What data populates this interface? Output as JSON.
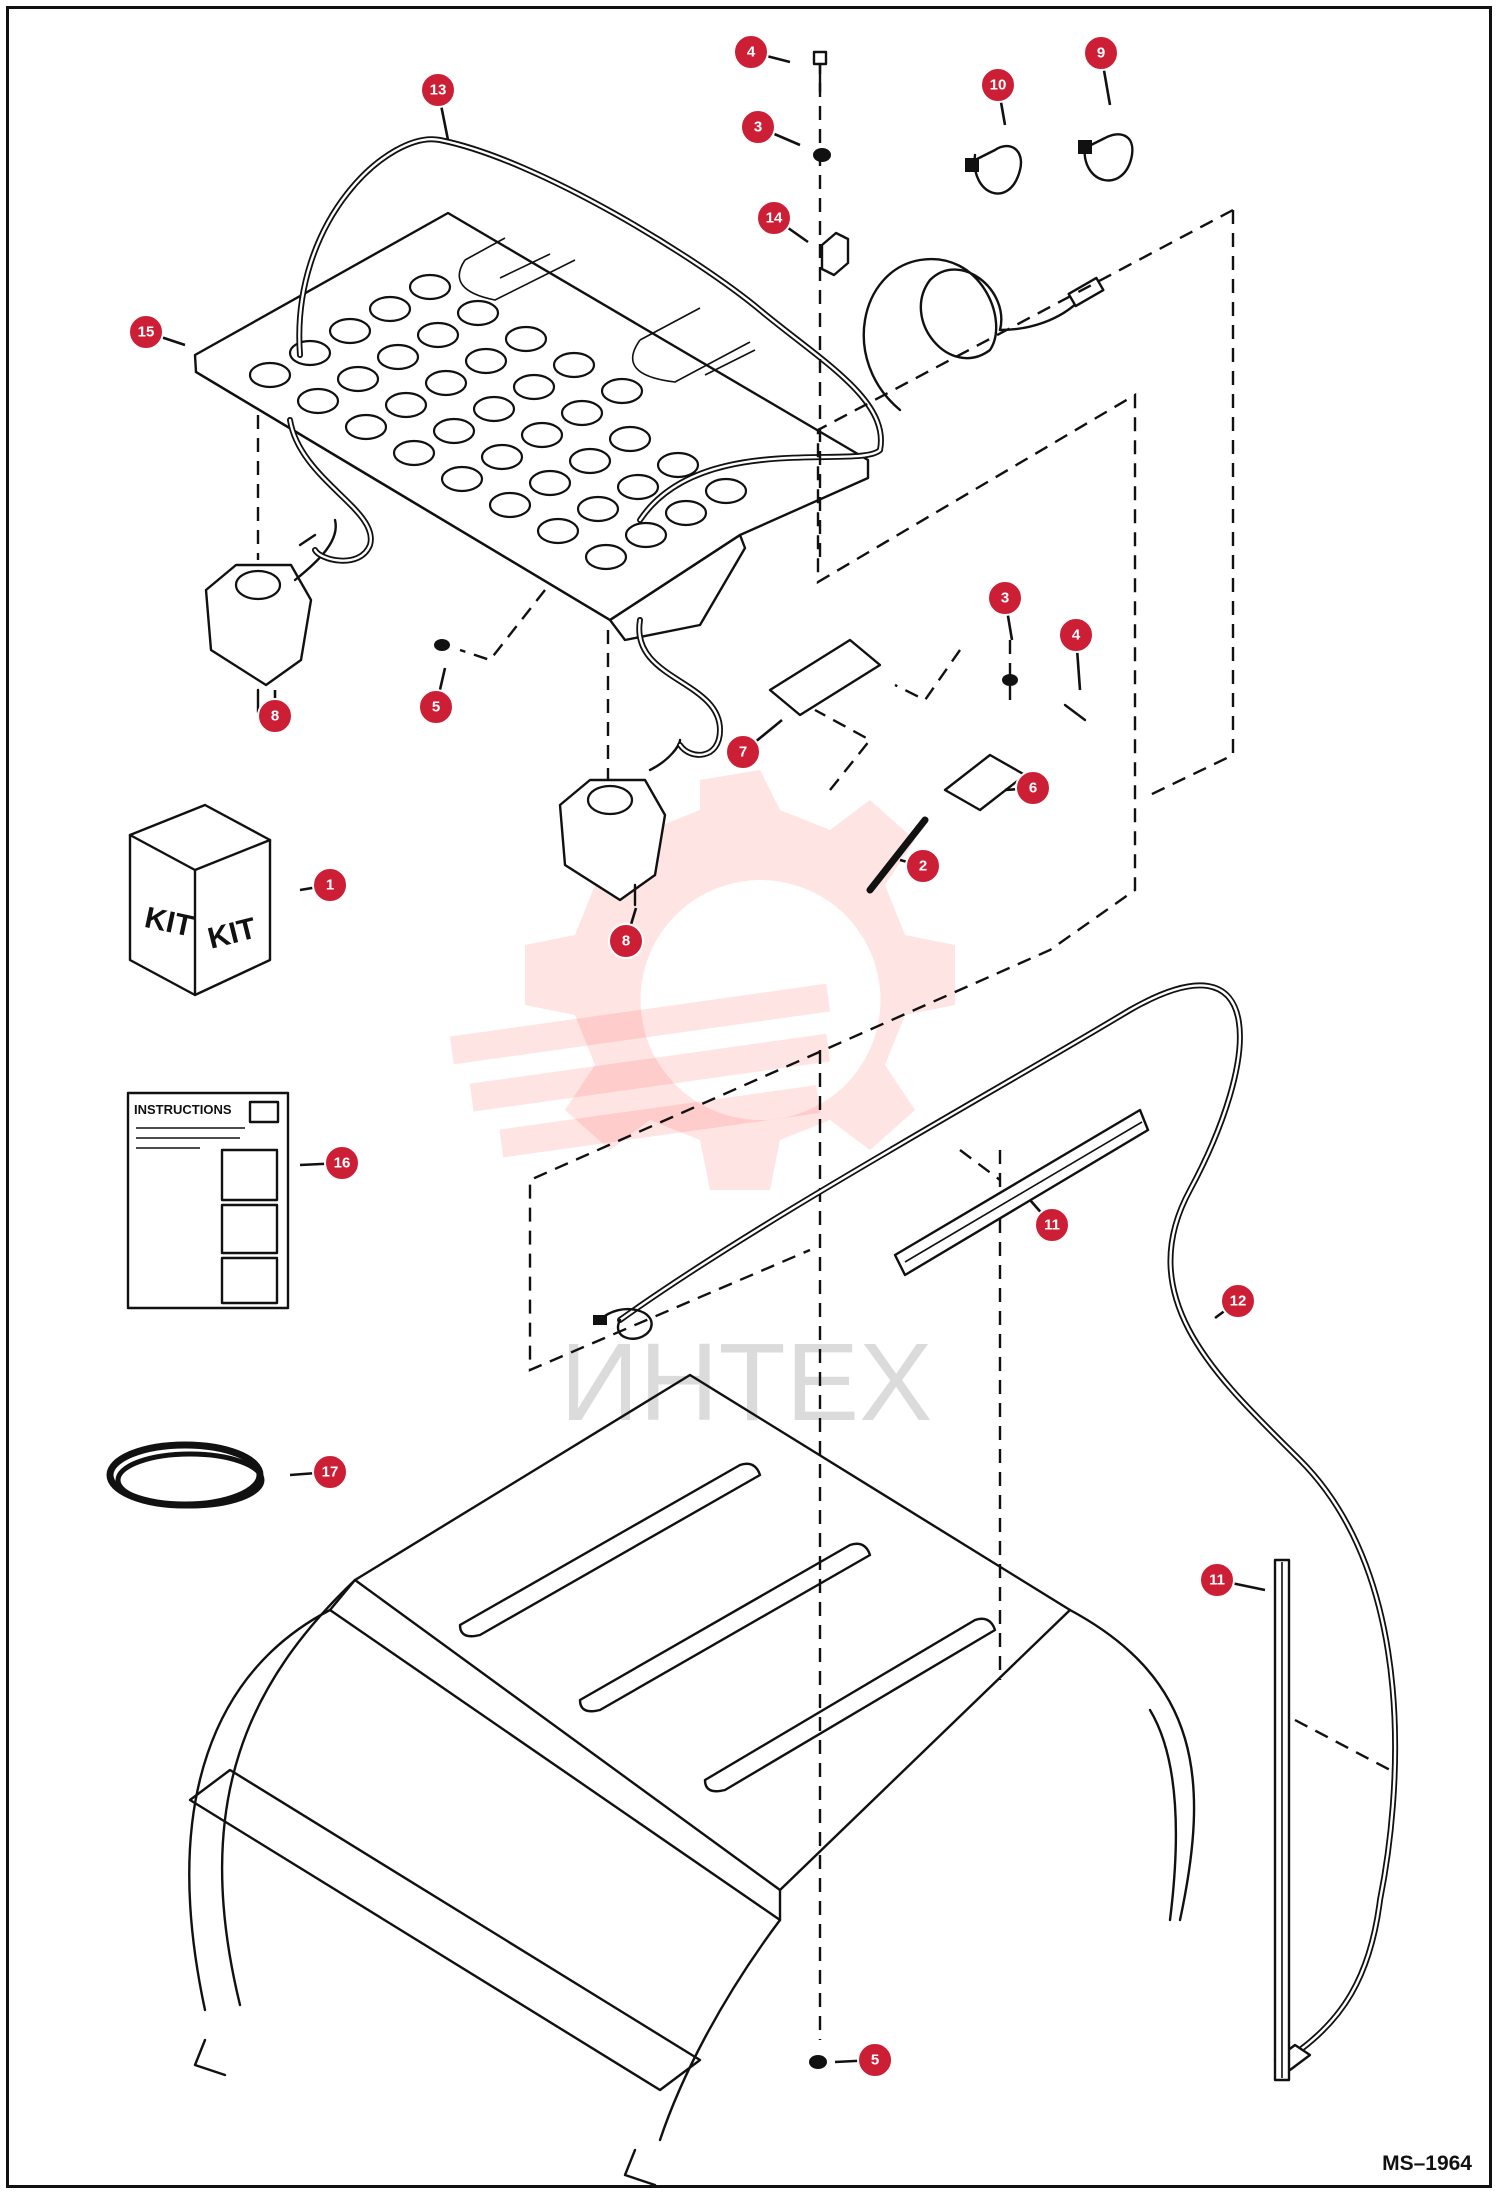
{
  "drawing_code": "MS–1964",
  "watermark_text": "ИНТЕХ",
  "kit_box_labels": [
    "KIT",
    "KIT"
  ],
  "instructions_title": "INSTRUCTIONS",
  "accent_color": "#cc1f36",
  "callouts": [
    {
      "id": "c13",
      "number": "13",
      "part": "13"
    },
    {
      "id": "c4a",
      "number": "4",
      "part": "4"
    },
    {
      "id": "c3a",
      "number": "3",
      "part": "3"
    },
    {
      "id": "c10",
      "number": "10",
      "part": "10"
    },
    {
      "id": "c9",
      "number": "9",
      "part": "9"
    },
    {
      "id": "c14",
      "number": "14",
      "part": "14"
    },
    {
      "id": "c15",
      "number": "15",
      "part": "15"
    },
    {
      "id": "c3b",
      "number": "3",
      "part": "3"
    },
    {
      "id": "c4b",
      "number": "4",
      "part": "4"
    },
    {
      "id": "c5a",
      "number": "5",
      "part": "5"
    },
    {
      "id": "c8a",
      "number": "8",
      "part": "8"
    },
    {
      "id": "c7",
      "number": "7",
      "part": "7"
    },
    {
      "id": "c6",
      "number": "6",
      "part": "6"
    },
    {
      "id": "c2",
      "number": "2",
      "part": "2"
    },
    {
      "id": "c1",
      "number": "1",
      "part": "1"
    },
    {
      "id": "c8b",
      "number": "8",
      "part": "8"
    },
    {
      "id": "c16",
      "number": "16",
      "part": "16"
    },
    {
      "id": "c11a",
      "number": "11",
      "part": "11"
    },
    {
      "id": "c12",
      "number": "12",
      "part": "12"
    },
    {
      "id": "c17",
      "number": "17",
      "part": "17"
    },
    {
      "id": "c11b",
      "number": "11",
      "part": "11"
    },
    {
      "id": "c5b",
      "number": "5",
      "part": "5"
    }
  ]
}
